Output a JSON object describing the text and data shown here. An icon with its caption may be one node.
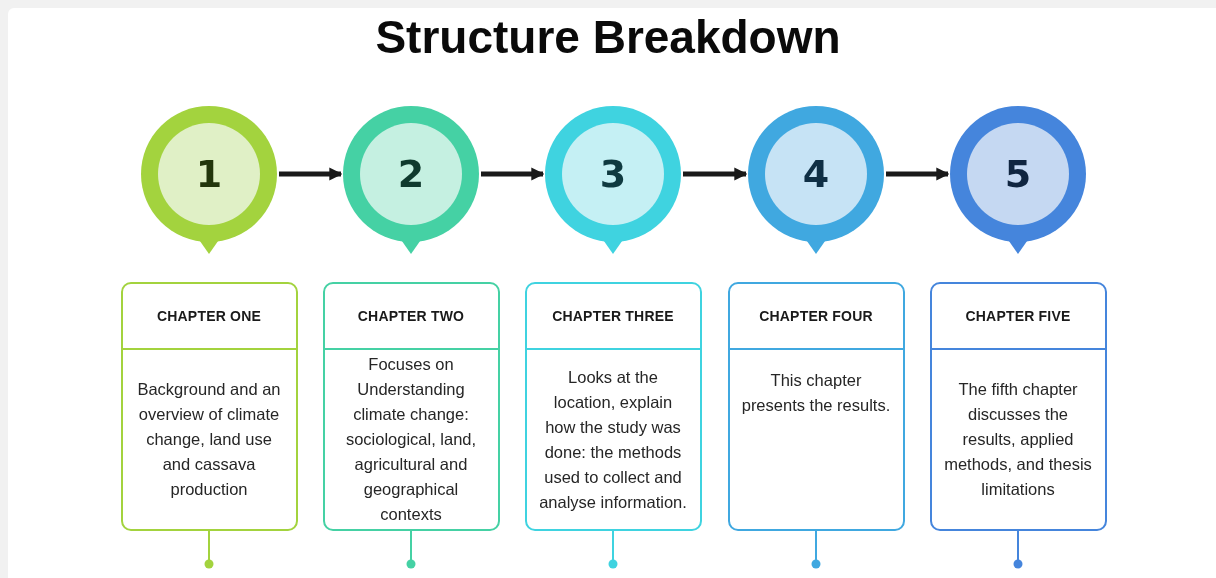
{
  "diagram": {
    "title": "Structure Breakdown",
    "nodes": [
      {
        "text": [
          "1"
        ]
      },
      {
        "text": [
          "2"
        ]
      },
      {
        "text": [
          "3"
        ]
      },
      {
        "text": [
          "4"
        ]
      },
      {
        "text": [
          "5"
        ]
      },
      {
        "text": [
          "CHAPTER ONE",
          "Background and an overview of climate change, land use and cassava production"
        ]
      },
      {
        "text": [
          "CHAPTER TWO",
          "Focuses on Understanding climate change: sociological, land, agricultural and geographical contexts"
        ]
      },
      {
        "text": [
          "CHAPTER THREE",
          "Looks at the location, explain how the study was done: the methods used to collect and analyse information."
        ]
      },
      {
        "text": [
          "CHAPTER FOUR",
          "This chapter presents the results."
        ]
      },
      {
        "text": [
          "CHAPTER FIVE",
          "The fifth chapter discusses the results, applied methods, and thesis limitations"
        ]
      }
    ],
    "edges": [
      {
        "from": 0,
        "to": 1,
        "arrow": "to"
      },
      {
        "from": 1,
        "to": 2,
        "arrow": "to"
      },
      {
        "from": 2,
        "to": 3,
        "arrow": "to"
      },
      {
        "from": 3,
        "to": 4,
        "arrow": "to"
      }
    ]
  }
}
